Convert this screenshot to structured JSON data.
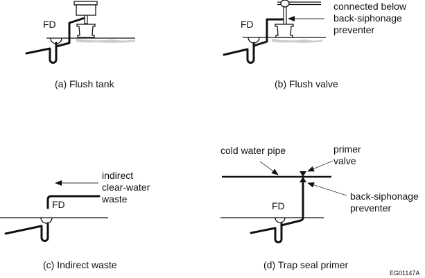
{
  "panels": {
    "a": {
      "caption": "(a)  Flush tank",
      "fd": "FD"
    },
    "b": {
      "caption": "(b)  Flush valve",
      "fd": "FD",
      "note": [
        "connected below",
        "back-siphonage",
        "preventer"
      ]
    },
    "c": {
      "caption": "(c)  Indirect waste",
      "fd": "FD",
      "note": [
        "indirect",
        "clear-water",
        "waste"
      ]
    },
    "d": {
      "caption": "(d)  Trap seal primer",
      "fd": "FD",
      "pipe_label": "cold water pipe",
      "valve_label": [
        "primer",
        "valve"
      ],
      "preventer_label": [
        "back-siphonage",
        "preventer"
      ]
    }
  },
  "figure_code": "EG01147A"
}
